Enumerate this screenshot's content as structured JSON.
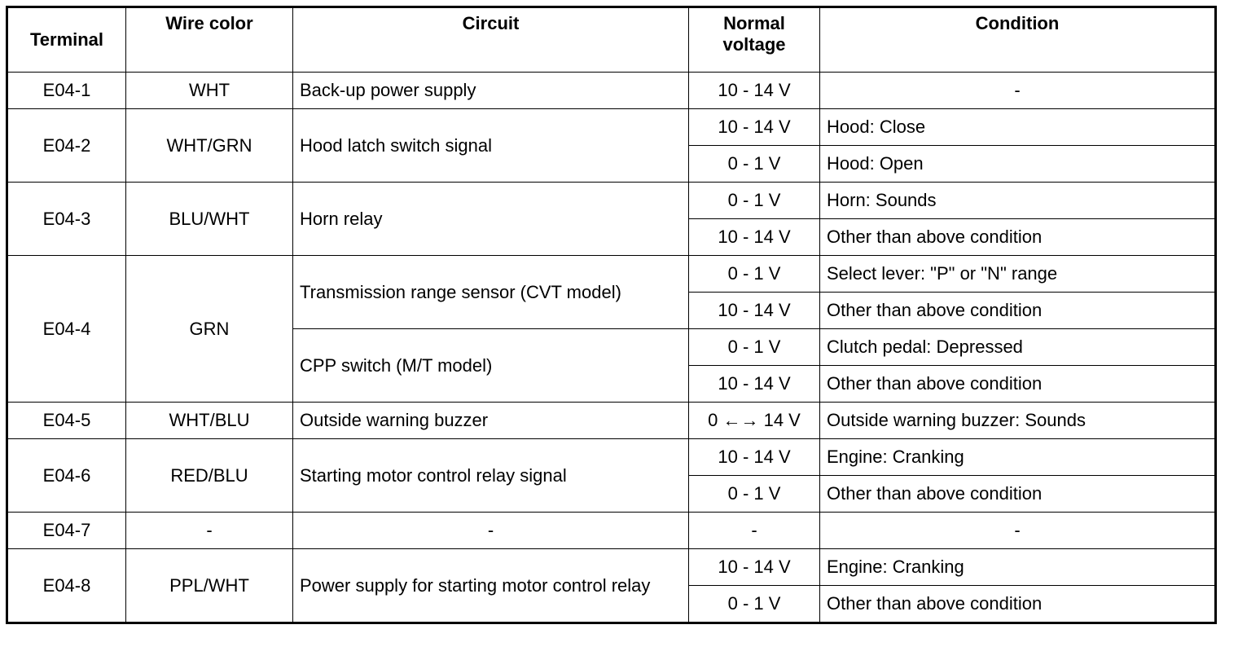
{
  "headers": {
    "terminal": "Terminal",
    "wire_color": "Wire color",
    "circuit": "Circuit",
    "voltage": "Normal voltage",
    "condition": "Condition"
  },
  "rows": [
    {
      "terminal": "E04-1",
      "wire": "WHT",
      "circuit": "Back-up power supply",
      "v1": "10 - 14 V",
      "c1": "-"
    },
    {
      "terminal": "E04-2",
      "wire": "WHT/GRN",
      "circuit": "Hood latch switch signal",
      "v1": "10 - 14 V",
      "c1": "Hood: Close",
      "v2": "0 - 1 V",
      "c2": "Hood: Open"
    },
    {
      "terminal": "E04-3",
      "wire": "BLU/WHT",
      "circuit": "Horn relay",
      "v1": "0 - 1 V",
      "c1": "Horn: Sounds",
      "v2": "10 - 14 V",
      "c2": "Other than above condition"
    },
    {
      "terminal": "E04-4",
      "wire": "GRN",
      "circuit_a": "Transmission range sensor (CVT model)",
      "va1": "0 - 1 V",
      "ca1": "Select lever: \"P\" or \"N\" range",
      "va2": "10 - 14 V",
      "ca2": "Other than above condition",
      "circuit_b": "CPP switch (M/T model)",
      "vb1": "0 - 1 V",
      "cb1": "Clutch pedal: Depressed",
      "vb2": "10 - 14 V",
      "cb2": "Other than above condition"
    },
    {
      "terminal": "E04-5",
      "wire": "WHT/BLU",
      "circuit": "Outside warning buzzer",
      "v1": "0 ←→ 14 V",
      "c1": "Outside warning buzzer: Sounds"
    },
    {
      "terminal": "E04-6",
      "wire": "RED/BLU",
      "circuit": "Starting motor control relay signal",
      "v1": "10 - 14 V",
      "c1": "Engine: Cranking",
      "v2": "0 - 1 V",
      "c2": "Other than above condition"
    },
    {
      "terminal": "E04-7",
      "wire": "-",
      "circuit": "-",
      "v1": "-",
      "c1": "-"
    },
    {
      "terminal": "E04-8",
      "wire": "PPL/WHT",
      "circuit": "Power supply for starting motor control relay",
      "v1": "10 - 14 V",
      "c1": "Engine: Cranking",
      "v2": "0 - 1 V",
      "c2": "Other than above condition"
    }
  ]
}
